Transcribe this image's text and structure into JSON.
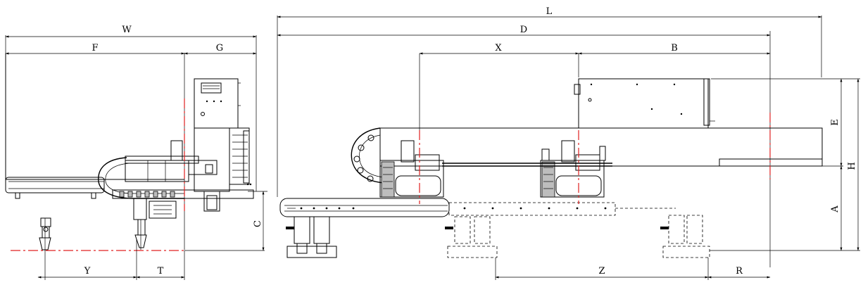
{
  "colors": {
    "line": "#000000",
    "center_line": "#e02020",
    "background": "#ffffff"
  },
  "dimensions": {
    "W": "W",
    "F": "F",
    "G": "G",
    "Y": "Y",
    "T": "T",
    "C": "C",
    "L": "L",
    "D": "D",
    "X": "X",
    "B": "B",
    "E": "E",
    "H": "H",
    "A": "A",
    "Z": "Z",
    "R": "R"
  }
}
